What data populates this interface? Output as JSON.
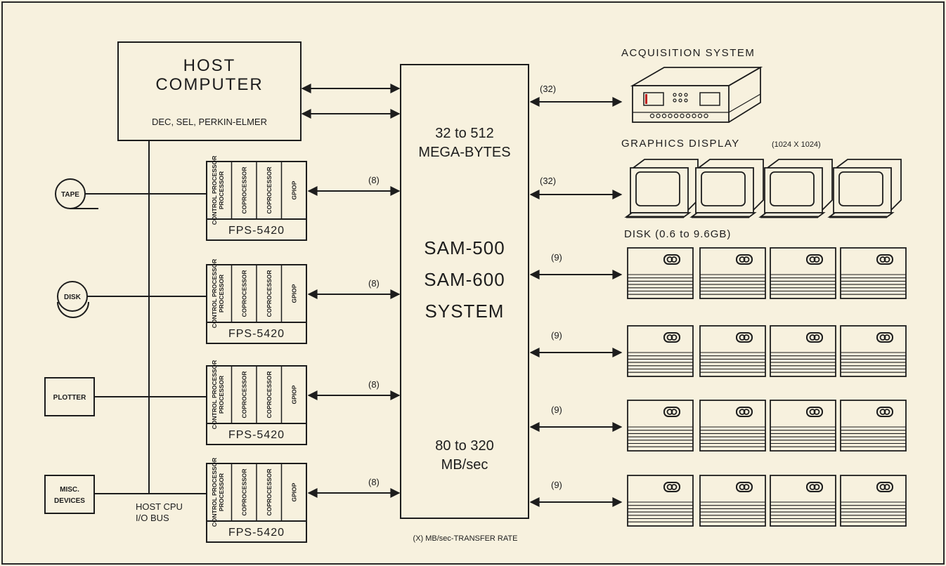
{
  "host": {
    "title_line1": "HOST",
    "title_line2": "COMPUTER",
    "vendors": "DEC, SEL, PERKIN-ELMER"
  },
  "bus": {
    "label_line1": "HOST CPU",
    "label_line2": "I/O BUS"
  },
  "peripherals": {
    "tape": "TAPE",
    "disk": "DISK",
    "plotter": "PLOTTER",
    "misc_line1": "MISC.",
    "misc_line2": "DEVICES"
  },
  "fps_units": [
    {
      "slots": [
        "CONTROL PROCESSOR",
        "COPROCESSOR",
        "COPROCESSOR",
        "GPIOP"
      ],
      "name": "FPS-5420",
      "rate": "(8)"
    },
    {
      "slots": [
        "CONTROL PROCESSOR",
        "COPROCESSOR",
        "COPROCESSOR",
        "GPIOP"
      ],
      "name": "FPS-5420",
      "rate": "(8)"
    },
    {
      "slots": [
        "CONTROL PROCESSOR",
        "COPROCESSOR",
        "COPROCESSOR",
        "GPIOP"
      ],
      "name": "FPS-5420",
      "rate": "(8)"
    },
    {
      "slots": [
        "CONTROL PROCESSOR",
        "COPROCESSOR",
        "COPROCESSOR",
        "GPIOP"
      ],
      "name": "FPS-5420",
      "rate": "(8)"
    }
  ],
  "sam": {
    "memory_line1": "32 to 512",
    "memory_line2": "MEGA-BYTES",
    "name_line1": "SAM-500",
    "name_line2": "SAM-600",
    "name_line3": "SYSTEM",
    "speed_line1": "80 to 320",
    "speed_line2": "MB/sec"
  },
  "acquisition": {
    "label": "ACQUISITION SYSTEM",
    "rate": "(32)"
  },
  "graphics": {
    "label": "GRAPHICS  DISPLAY",
    "resolution": "(1024 X 1024)",
    "rate": "(32)",
    "count": 4
  },
  "disk_array": {
    "label": "DISK (0.6 to 9.6GB)",
    "rates": [
      "(9)",
      "(9)",
      "(9)",
      "(9)"
    ],
    "rows": 4,
    "per_row": 4
  },
  "footnote": "(X) MB/sec-TRANSFER RATE"
}
